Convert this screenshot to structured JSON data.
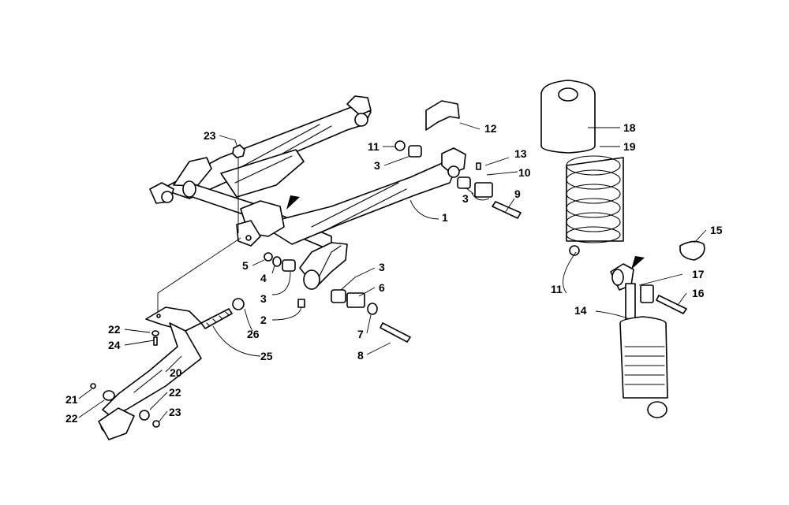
{
  "callouts": [
    {
      "id": "c1",
      "label": "1"
    },
    {
      "id": "c2",
      "label": "2"
    },
    {
      "id": "c3a",
      "label": "3"
    },
    {
      "id": "c3b",
      "label": "3"
    },
    {
      "id": "c3c",
      "label": "3"
    },
    {
      "id": "c3d",
      "label": "3"
    },
    {
      "id": "c4",
      "label": "4"
    },
    {
      "id": "c5",
      "label": "5"
    },
    {
      "id": "c6",
      "label": "6"
    },
    {
      "id": "c7",
      "label": "7"
    },
    {
      "id": "c8",
      "label": "8"
    },
    {
      "id": "c9",
      "label": "9"
    },
    {
      "id": "c10",
      "label": "10"
    },
    {
      "id": "c11a",
      "label": "11"
    },
    {
      "id": "c11b",
      "label": "11"
    },
    {
      "id": "c12",
      "label": "12"
    },
    {
      "id": "c13",
      "label": "13"
    },
    {
      "id": "c14",
      "label": "14"
    },
    {
      "id": "c15",
      "label": "15"
    },
    {
      "id": "c16",
      "label": "16"
    },
    {
      "id": "c17",
      "label": "17"
    },
    {
      "id": "c18",
      "label": "18"
    },
    {
      "id": "c19",
      "label": "19"
    },
    {
      "id": "c20",
      "label": "20"
    },
    {
      "id": "c21",
      "label": "21"
    },
    {
      "id": "c22a",
      "label": "22"
    },
    {
      "id": "c22b",
      "label": "22"
    },
    {
      "id": "c22c",
      "label": "22"
    },
    {
      "id": "c23a",
      "label": "23"
    },
    {
      "id": "c23b",
      "label": "23"
    },
    {
      "id": "c24",
      "label": "24"
    },
    {
      "id": "c25",
      "label": "25"
    },
    {
      "id": "c26",
      "label": "26"
    }
  ]
}
